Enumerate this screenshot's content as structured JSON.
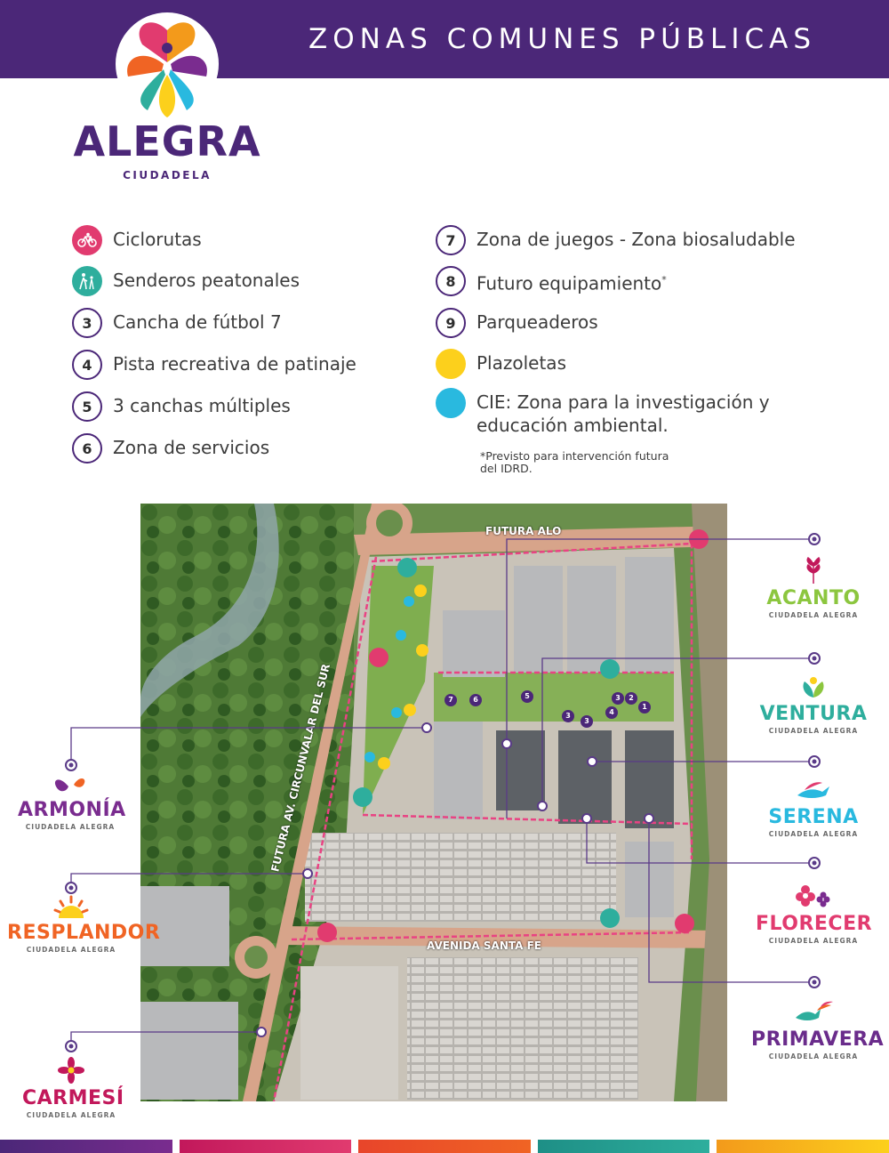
{
  "header": {
    "title": "ZONAS COMUNES PÚBLICAS"
  },
  "logo": {
    "brand": "ALEGRA",
    "sub": "CIUDADELA"
  },
  "legend": {
    "ciclorutas": "Ciclorutas",
    "senderos": "Senderos peatonales",
    "n3": "3",
    "cancha": "Cancha de fútbol 7",
    "n4": "4",
    "pista": "Pista recreativa de patinaje",
    "n5": "5",
    "canchas": "3 canchas múltiples",
    "n6": "6",
    "servicios": "Zona de servicios",
    "n7": "7",
    "juegos": "Zona de juegos - Zona biosaludable",
    "n8": "8",
    "futuro": "Futuro equipamiento",
    "futuro_mark": "*",
    "n9": "9",
    "parqueaderos": "Parqueaderos",
    "plazoletas": "Plazoletas",
    "cie": "CIE: Zona para la investigación y educación ambiental.",
    "footnote": "*Previsto para intervención futura del IDRD."
  },
  "map": {
    "road_top": "FUTURA ALO",
    "road_diag": "FUTURA AV. CIRCUNVALAR DEL SUR",
    "road_bottom": "AVENIDA SANTA FE",
    "markers": [
      "1",
      "2",
      "3",
      "4",
      "5",
      "3",
      "3",
      "6",
      "7"
    ]
  },
  "brands": {
    "acanto": "ACANTO",
    "ventura": "VENTURA",
    "serena": "SERENA",
    "florecer": "FLORECER",
    "primavera": "PRIMAVERA",
    "armonia": "ARMONÍA",
    "resplandor": "RESPLANDOR",
    "carmesi": "CARMESÍ",
    "sub": "CIUDADELA ALEGRA"
  },
  "colors": {
    "header": "#4b2778",
    "pink": "#e13b6f",
    "teal": "#2eae9d",
    "yellow": "#fcd01c",
    "blue": "#29b9df",
    "acanto": "#8cc63f",
    "ventura": "#2eae9d",
    "serena": "#29b9df",
    "florecer": "#e13b6f",
    "primavera": "#6a2c8b",
    "armonia": "#7a2c8f",
    "resplandor": "#f06424",
    "carmesi": "#c2185b"
  },
  "icons": [
    "bicycle-icon",
    "pedestrian-icon"
  ]
}
